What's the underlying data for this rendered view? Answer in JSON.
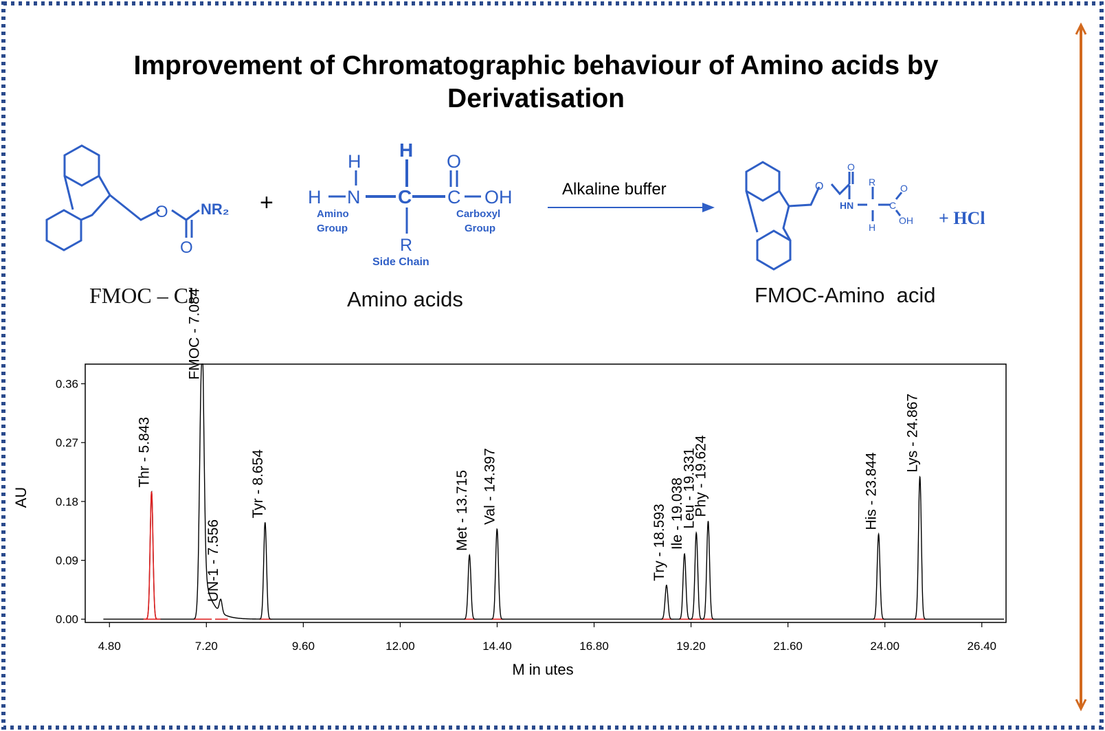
{
  "title": {
    "line1": "Improvement of Chromatographic behaviour of Amino acids by",
    "line2": "Derivatisation"
  },
  "reaction": {
    "reagent_caption": "FMOC – Cl",
    "reagent_group": "NR₂",
    "plus": "+",
    "amino_caption": "Amino acids",
    "amino_labels": {
      "h_top": "H",
      "h_left": "H",
      "n": "N",
      "c": "C",
      "oxygen": "O",
      "oh": "OH",
      "r": "R",
      "amino_group_1": "Amino",
      "amino_group_2": "Group",
      "carboxyl_group_1": "Carboxyl",
      "carboxyl_group_2": "Group",
      "side_chain": "Side Chain"
    },
    "arrow_label": "Alkaline buffer",
    "product_caption": "FMOC-Amino  acid",
    "product_labels": {
      "hn": "HN",
      "r": "R",
      "h": "H",
      "c": "C",
      "oh": "OH",
      "o": "O"
    },
    "byproduct": "+ HCl"
  },
  "colors": {
    "structure_blue": "#2f5fc6",
    "frame_blue": "#2a4a8c",
    "bracket_orange": "#d2691e",
    "peak_black": "#000000",
    "baseline_red": "#e02020"
  },
  "chart_data": {
    "type": "line",
    "xlabel": "M in utes",
    "ylabel": "AU",
    "xlim": [
      4.2,
      27.0
    ],
    "ylim": [
      -0.005,
      0.39
    ],
    "xticks": [
      "4.80",
      "7.20",
      "9.60",
      "12.00",
      "14.40",
      "16.80",
      "19.20",
      "21.60",
      "24.00",
      "26.40"
    ],
    "yticks": [
      "0.00",
      "0.09",
      "0.18",
      "0.27",
      "0.36"
    ],
    "grid": false,
    "series": [
      {
        "peaks": [
          {
            "label": "Thr - 5.843",
            "rt": 5.843,
            "height": 0.195
          },
          {
            "label": "FMOC - 7.084",
            "rt": 7.084,
            "height": 0.39
          },
          {
            "label": "UN-1 - 7.556",
            "rt": 7.556,
            "height": 0.02
          },
          {
            "label": "Tyr - 8.654",
            "rt": 8.654,
            "height": 0.148
          },
          {
            "label": "Met - 13.715",
            "rt": 13.715,
            "height": 0.098
          },
          {
            "label": "Val - 14.397",
            "rt": 14.397,
            "height": 0.138
          },
          {
            "label": "Try - 18.593",
            "rt": 18.593,
            "height": 0.052
          },
          {
            "label": "Ile - 19.038",
            "rt": 19.038,
            "height": 0.1
          },
          {
            "label": "Leu - 19.331",
            "rt": 19.331,
            "height": 0.132
          },
          {
            "label": "Phy - 19.624",
            "rt": 19.624,
            "height": 0.15
          },
          {
            "label": "His - 23.844",
            "rt": 23.844,
            "height": 0.13
          },
          {
            "label": "Lys - 24.867",
            "rt": 24.867,
            "height": 0.218
          }
        ]
      }
    ]
  }
}
